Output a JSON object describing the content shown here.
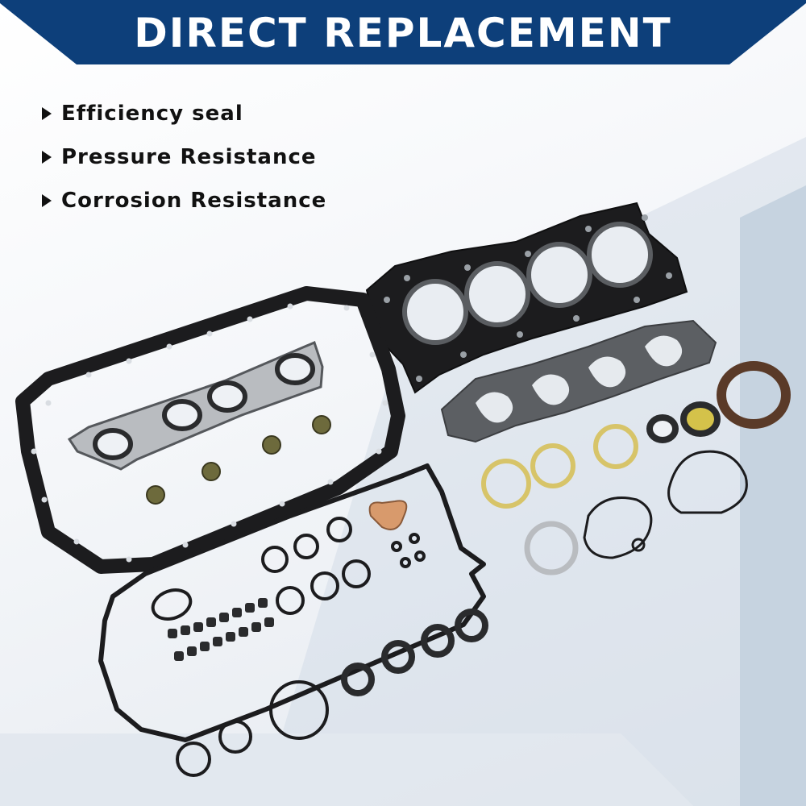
{
  "banner": {
    "title": "DIRECT REPLACEMENT",
    "color": "#0d3f7a"
  },
  "features": [
    "Efficiency seal",
    "Pressure Resistance",
    "Corrosion Resistance"
  ],
  "colors": {
    "gasket_dark": "#1c1c1e",
    "gasket_gray": "#5c5f63",
    "brass": "#d7c469",
    "copper": "#d89a6c",
    "olive": "#6d6a3c",
    "silver": "#b9bcc0",
    "brown_seal": "#5a3a28",
    "backdrop_panel": "#c6d3e0"
  }
}
